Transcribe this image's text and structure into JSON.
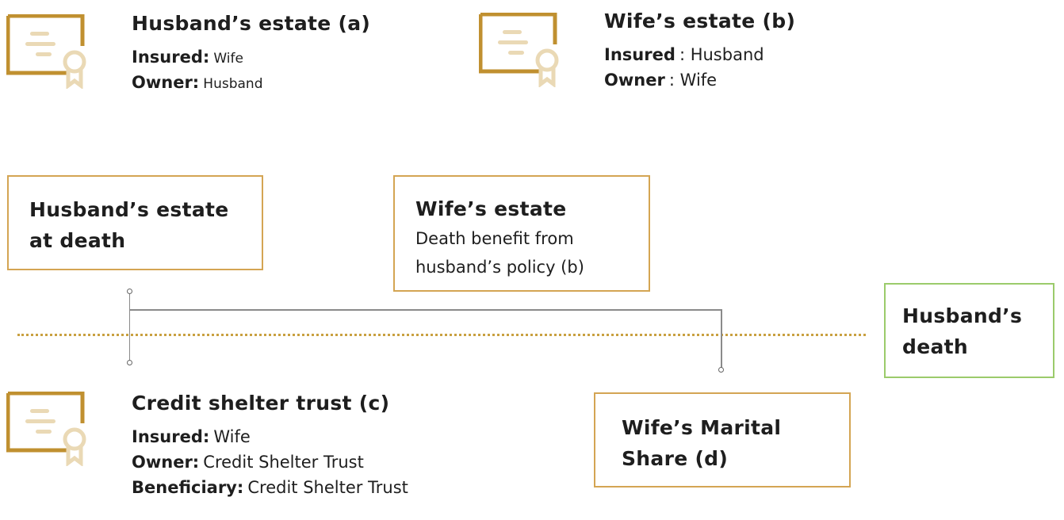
{
  "colors": {
    "gold": "#C09030",
    "gold_light": "#EAD9B5",
    "box_border": "#D4A553",
    "green_border": "#9BCB6B"
  },
  "policy_a": {
    "icon": "certificate-icon",
    "title": "Husband’s estate (a)",
    "insured_label": "Insured:",
    "insured": "Wife",
    "owner_label": "Owner:",
    "owner": "Husband"
  },
  "policy_b": {
    "icon": "certificate-icon",
    "title": "Wife’s estate (b)",
    "insured_label": "Insured",
    "insured": ": Husband",
    "owner_label": "Owner",
    "owner": ": Wife"
  },
  "policy_c": {
    "icon": "certificate-icon",
    "title": "Credit shelter trust (c)",
    "insured_label": "Insured:",
    "insured": "Wife",
    "owner_label": "Owner:",
    "owner": "Credit Shelter Trust",
    "beneficiary_label": "Beneficiary:",
    "beneficiary": "Credit Shelter Trust"
  },
  "boxes": {
    "husband_estate": {
      "line1": "Husband’s estate",
      "line2": "at death"
    },
    "wife_estate": {
      "title": "Wife’s estate",
      "line1": "Death benefit from",
      "line2": "husband’s policy (b)"
    },
    "husband_death": {
      "line1": "Husband’s",
      "line2": "death"
    },
    "marital_share": {
      "line1": "Wife’s Marital",
      "line2": "Share (d)"
    }
  }
}
